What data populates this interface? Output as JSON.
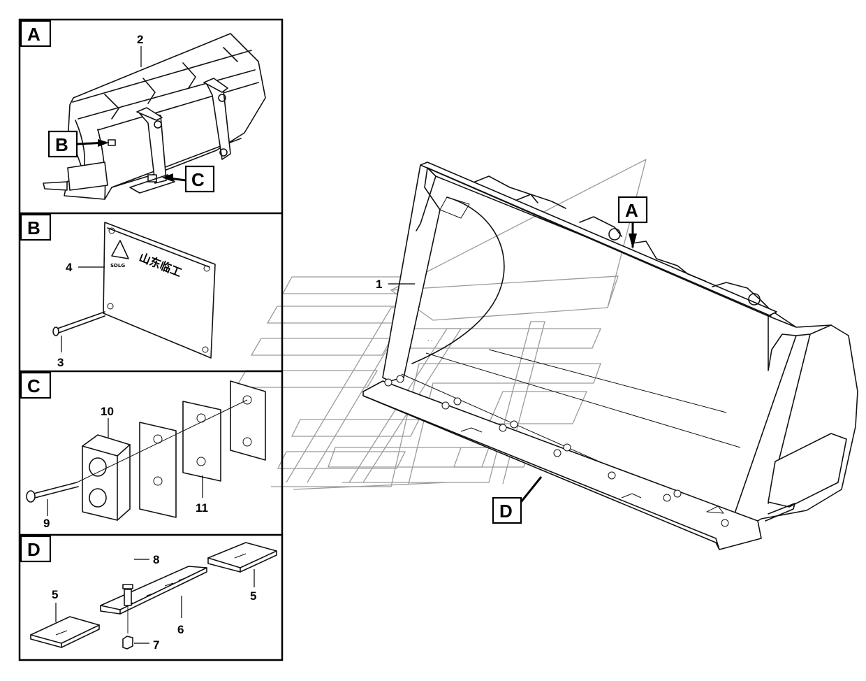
{
  "panels": [
    {
      "id": "A",
      "letter": "A",
      "labels": [
        {
          "id": "2",
          "text": "2"
        }
      ]
    },
    {
      "id": "B",
      "letter": "B",
      "labels": [
        {
          "id": "4",
          "text": "4"
        },
        {
          "id": "3",
          "text": "3"
        }
      ]
    },
    {
      "id": "C",
      "letter": "C",
      "labels": [
        {
          "id": "10",
          "text": "10"
        },
        {
          "id": "11",
          "text": "11"
        },
        {
          "id": "9",
          "text": "9"
        }
      ]
    },
    {
      "id": "D",
      "letter": "D",
      "labels": [
        {
          "id": "8",
          "text": "8"
        },
        {
          "id": "5a",
          "text": "5"
        },
        {
          "id": "5b",
          "text": "5"
        },
        {
          "id": "6",
          "text": "6"
        },
        {
          "id": "7",
          "text": "7"
        }
      ]
    }
  ],
  "panel_a_callouts": {
    "b": "B",
    "c": "C"
  },
  "main_view": {
    "part_label": "1",
    "callouts": {
      "a": "A",
      "d": "D"
    }
  },
  "nameplate": {
    "logo_text": "SDLG",
    "text": "山东临工"
  },
  "colors": {
    "line": "#111111",
    "watermark": "#9a9a9a",
    "background": "#ffffff"
  }
}
